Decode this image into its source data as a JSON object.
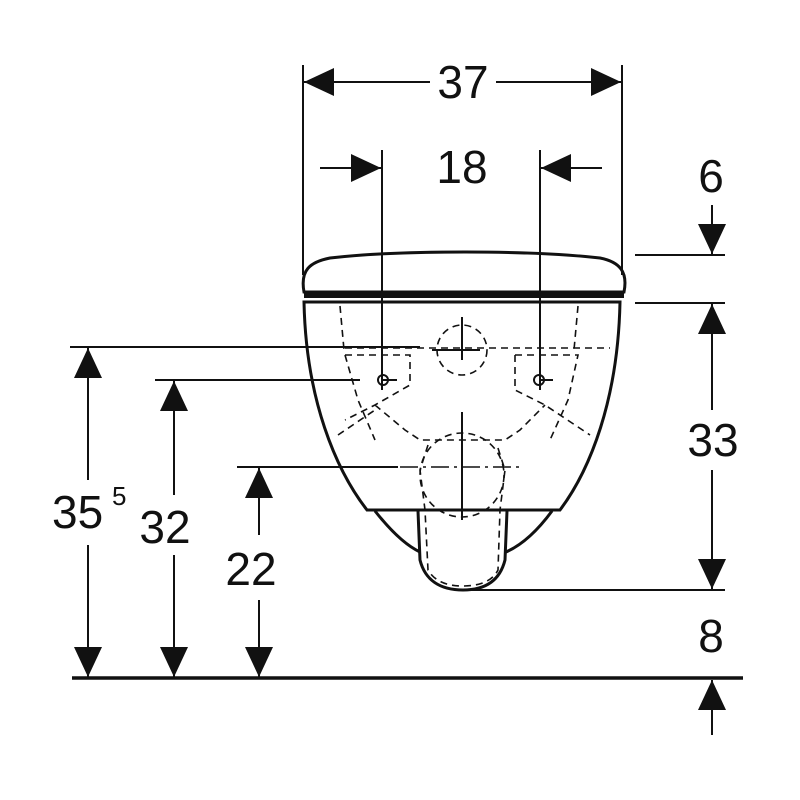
{
  "title": "Wall-hung WC dimension drawing",
  "dimensions": {
    "overall_width": "37",
    "fixing_spacing": "18",
    "seat_thickness": "6",
    "bowl_height": "33",
    "floor_clearance": "8",
    "upper_axis_height": "35",
    "upper_axis_height_superscript": "5",
    "fixing_height": "32",
    "outlet_height": "22"
  }
}
